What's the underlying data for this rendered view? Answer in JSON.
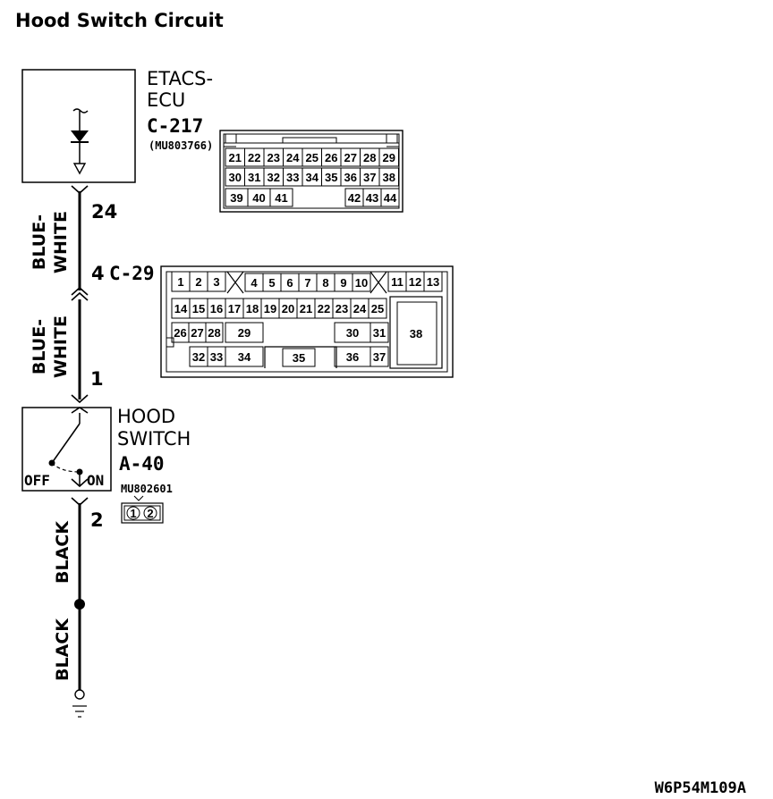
{
  "title": "Hood Switch Circuit",
  "figure_code": "W6P54M109A",
  "etacs": {
    "name_line1": "ETACS-",
    "name_line2": "ECU",
    "connector_id": "C-217",
    "part_number": "(MU803766)",
    "pin": "24",
    "pins_row1": [
      "21",
      "22",
      "23",
      "24",
      "25",
      "26",
      "27",
      "28",
      "29"
    ],
    "pins_row2": [
      "30",
      "31",
      "32",
      "33",
      "34",
      "35",
      "36",
      "37",
      "38"
    ],
    "pins_row3_left": [
      "39",
      "40",
      "41"
    ],
    "pins_row3_right": [
      "42",
      "43",
      "44"
    ]
  },
  "wires": {
    "upper_top_color": "BLUE-WHITE",
    "upper_bottom_color": "BLUE-WHITE",
    "lower_top_color": "BLACK",
    "lower_bottom_color": "BLACK",
    "color_line1": "BLUE-",
    "color_line2": "WHITE"
  },
  "junction": {
    "pin": "4",
    "connector_id": "C-29",
    "pins_row1a": [
      "1",
      "2",
      "3"
    ],
    "pins_row1b": [
      "4",
      "5",
      "6",
      "7",
      "8",
      "9",
      "10"
    ],
    "pins_row1c": [
      "11",
      "12",
      "13"
    ],
    "pins_row2": [
      "14",
      "15",
      "16",
      "17",
      "18",
      "19",
      "20",
      "21",
      "22",
      "23",
      "24",
      "25"
    ],
    "pins_row3a": [
      "26",
      "27",
      "28",
      "29"
    ],
    "pins_row3b": [
      "30",
      "31"
    ],
    "big_pin": "38",
    "pins_row4a": [
      "32",
      "33",
      "34"
    ],
    "pins_row4b": [
      "35"
    ],
    "pins_row4c": [
      "36",
      "37"
    ]
  },
  "hood_switch": {
    "name_line1": "HOOD",
    "name_line2": "SWITCH",
    "connector_id": "A-40",
    "part_number": "MU802601",
    "off_label": "OFF",
    "on_label": "ON",
    "pin_top": "1",
    "pin_bottom": "2",
    "connector_pins": [
      "1",
      "2"
    ]
  }
}
